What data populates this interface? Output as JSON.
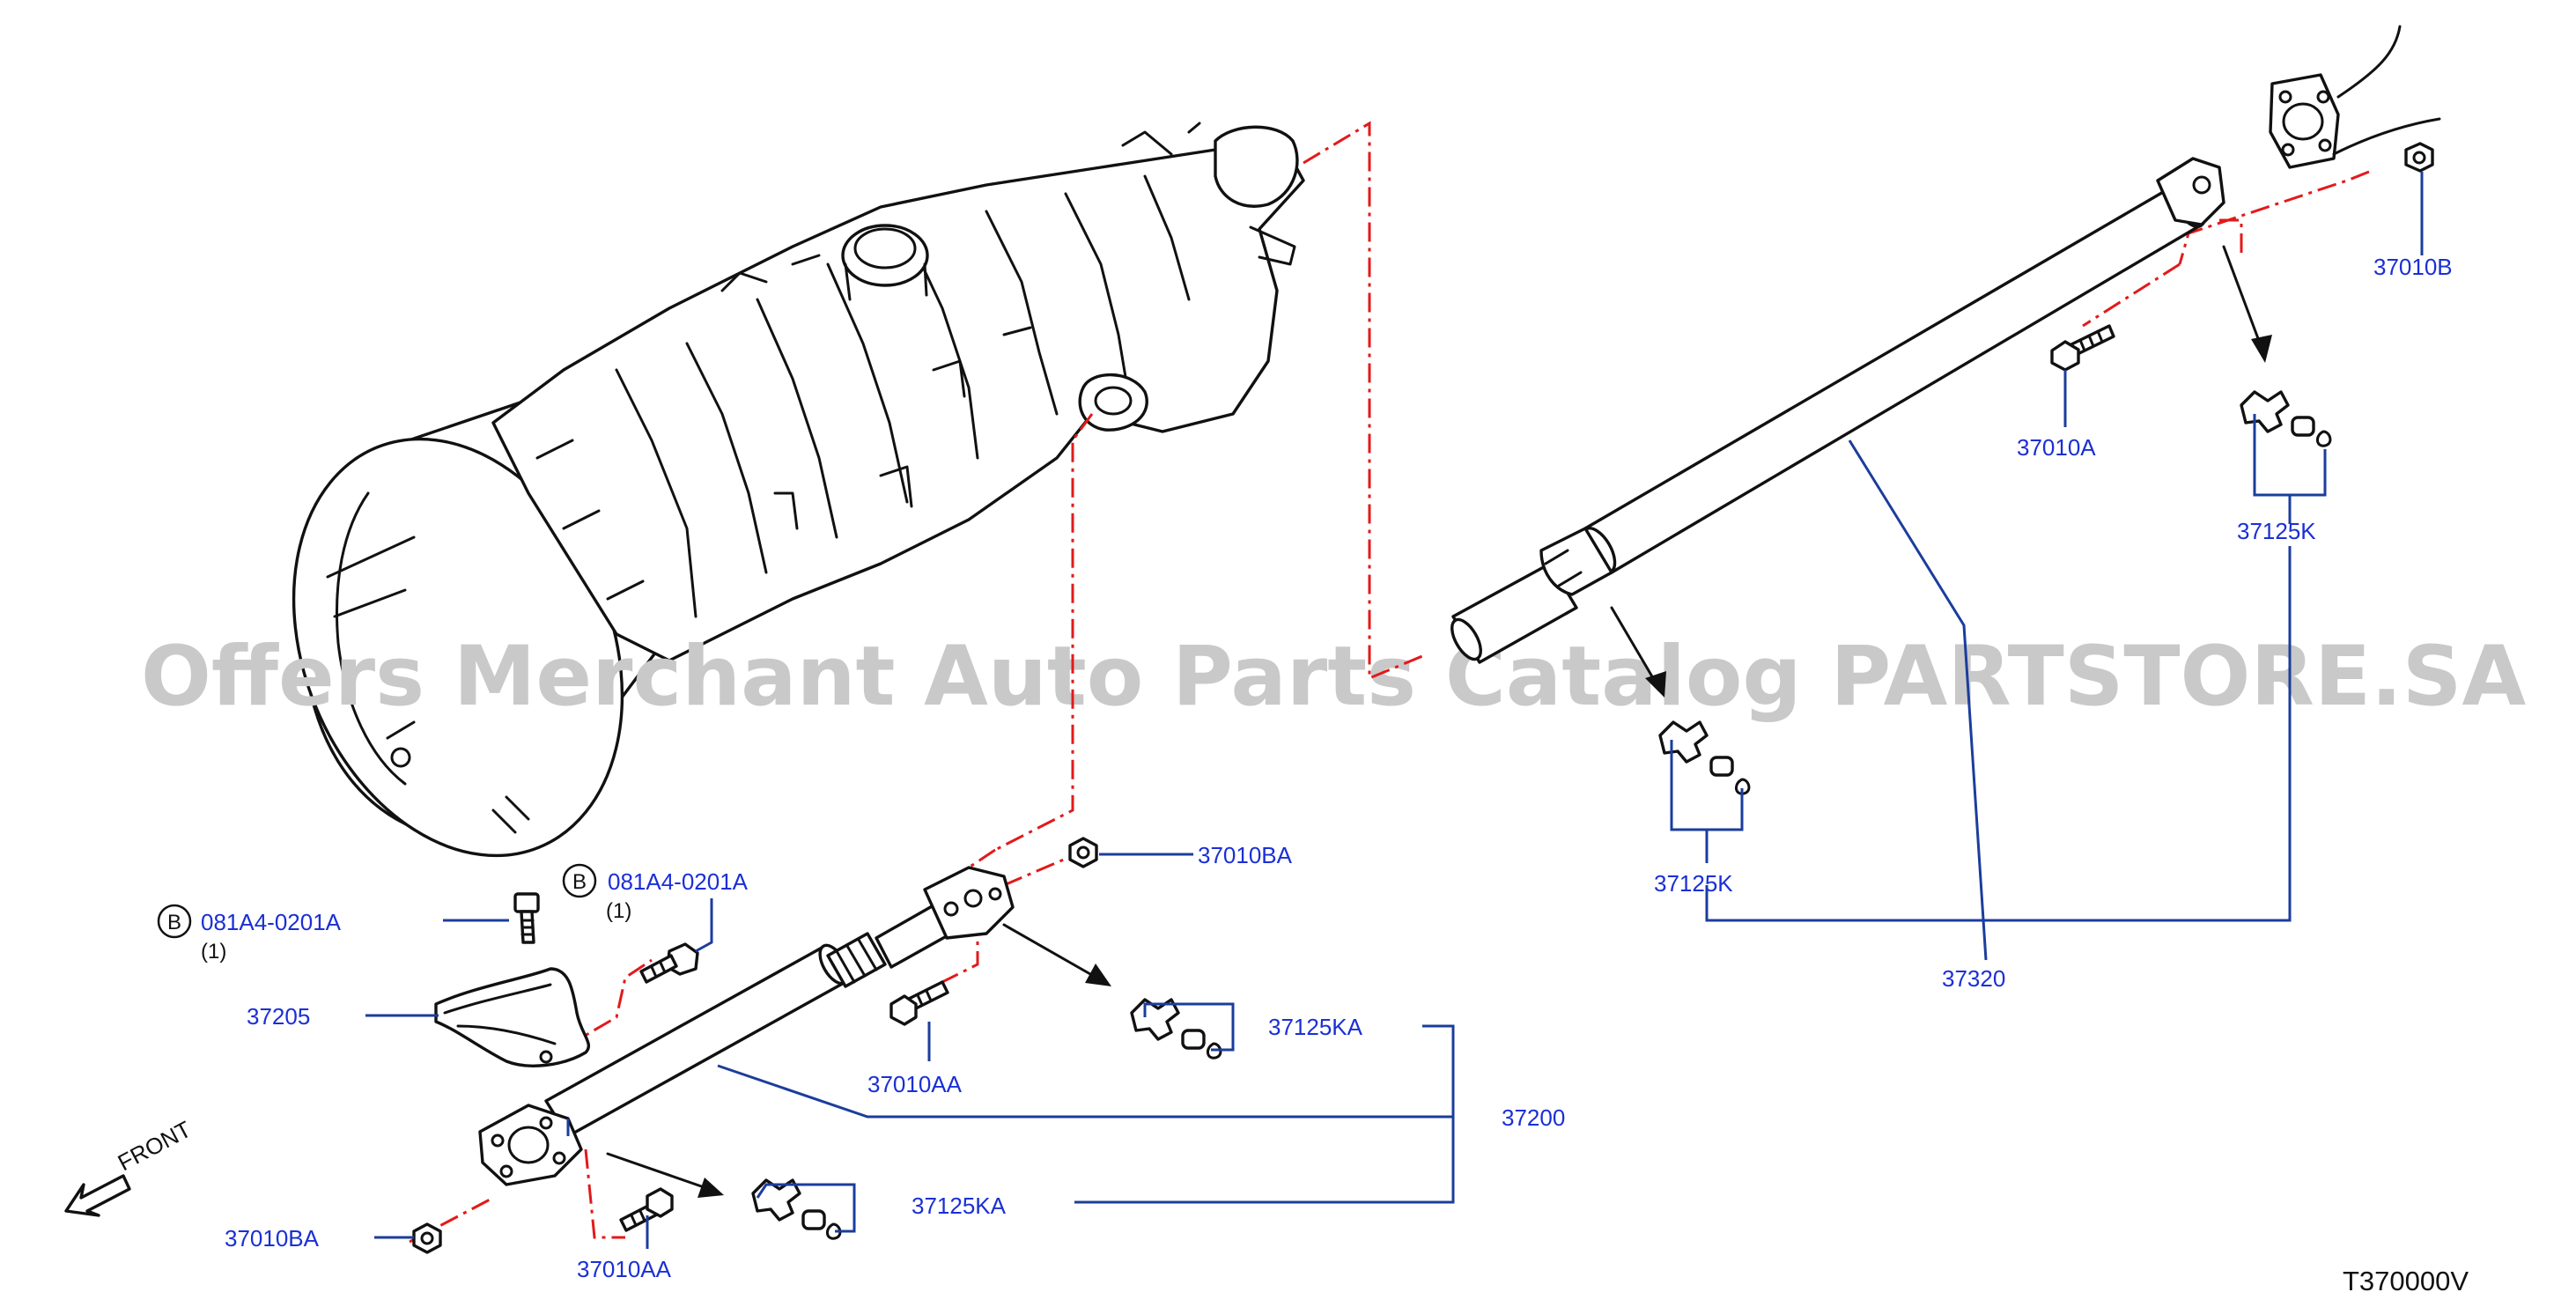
{
  "watermark": "Offers Merchant Auto Parts Catalog PARTSTORE.SA",
  "diagram_ref": "T370000V",
  "front_label": "FRONT",
  "bolt_ref_badge": "B",
  "labels": {
    "p37010B": "37010B",
    "p37010A": "37010A",
    "p37125K_right": "37125K",
    "p37125K_left": "37125K",
    "p37320": "37320",
    "p37010BA_top": "37010BA",
    "p37010BA_bottom": "37010BA",
    "p37125KA_top": "37125KA",
    "p37125KA_bottom": "37125KA",
    "p37200": "37200",
    "p37010AA_top": "37010AA",
    "p37010AA_bottom": "37010AA",
    "p37205": "37205",
    "p081A4_left": "081A4-0201A",
    "p081A4_right": "081A4-0201A",
    "qty_left": "(1)",
    "qty_right": "(1)"
  },
  "colors": {
    "label": "#1a2fd6",
    "leader": "#1b3d9c",
    "centerline": "#e21a1a",
    "outline": "#111111",
    "watermark": "#c9c9c9"
  }
}
